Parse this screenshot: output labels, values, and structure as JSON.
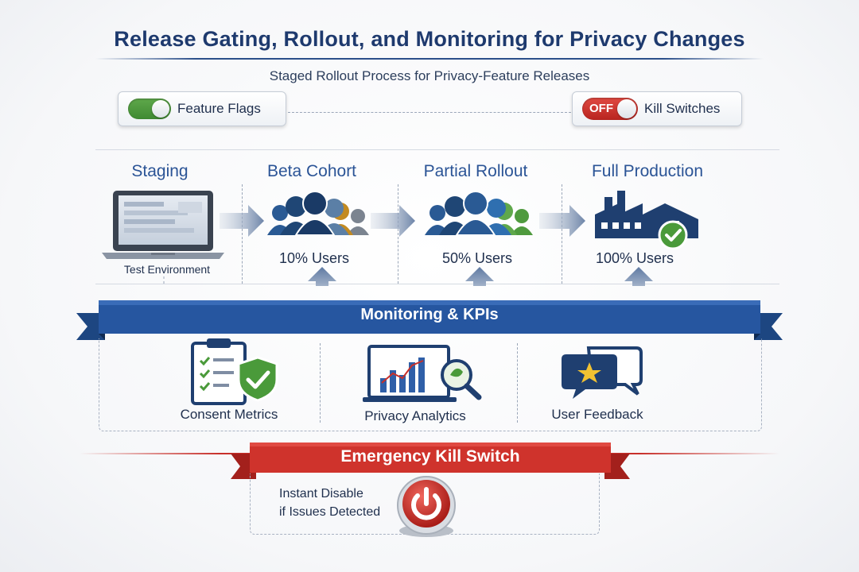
{
  "header": {
    "title": "Release Gating, Rollout, and Monitoring for Privacy Changes",
    "subtitle": "Staged Rollout Process for Privacy-Feature Releases"
  },
  "controls": {
    "feature_flags": {
      "label": "Feature Flags",
      "state": "on"
    },
    "kill_switches": {
      "label": "Kill Switches",
      "toggle_text": "OFF"
    }
  },
  "stages": [
    {
      "title": "Staging",
      "caption": "Test Environment",
      "icon": "laptop-icon"
    },
    {
      "title": "Beta Cohort",
      "caption": "10% Users",
      "icon": "users-group-icon"
    },
    {
      "title": "Partial Rollout",
      "caption": "50% Users",
      "icon": "users-group-icon"
    },
    {
      "title": "Full Production",
      "caption": "100% Users",
      "icon": "factory-check-icon"
    }
  ],
  "monitoring": {
    "banner": "Monitoring & KPIs",
    "items": [
      {
        "label": "Consent Metrics",
        "icon": "clipboard-shield-icon"
      },
      {
        "label": "Privacy Analytics",
        "icon": "analytics-magnifier-icon"
      },
      {
        "label": "User Feedback",
        "icon": "chat-star-icon"
      }
    ]
  },
  "emergency": {
    "banner": "Emergency Kill Switch",
    "line1": "Instant Disable",
    "line2": "if Issues Detected",
    "icon": "power-button-icon"
  },
  "colors": {
    "navy": "#1e3a6e",
    "blue": "#2f5fa8",
    "green": "#4a9a3a",
    "red": "#c8302a"
  }
}
